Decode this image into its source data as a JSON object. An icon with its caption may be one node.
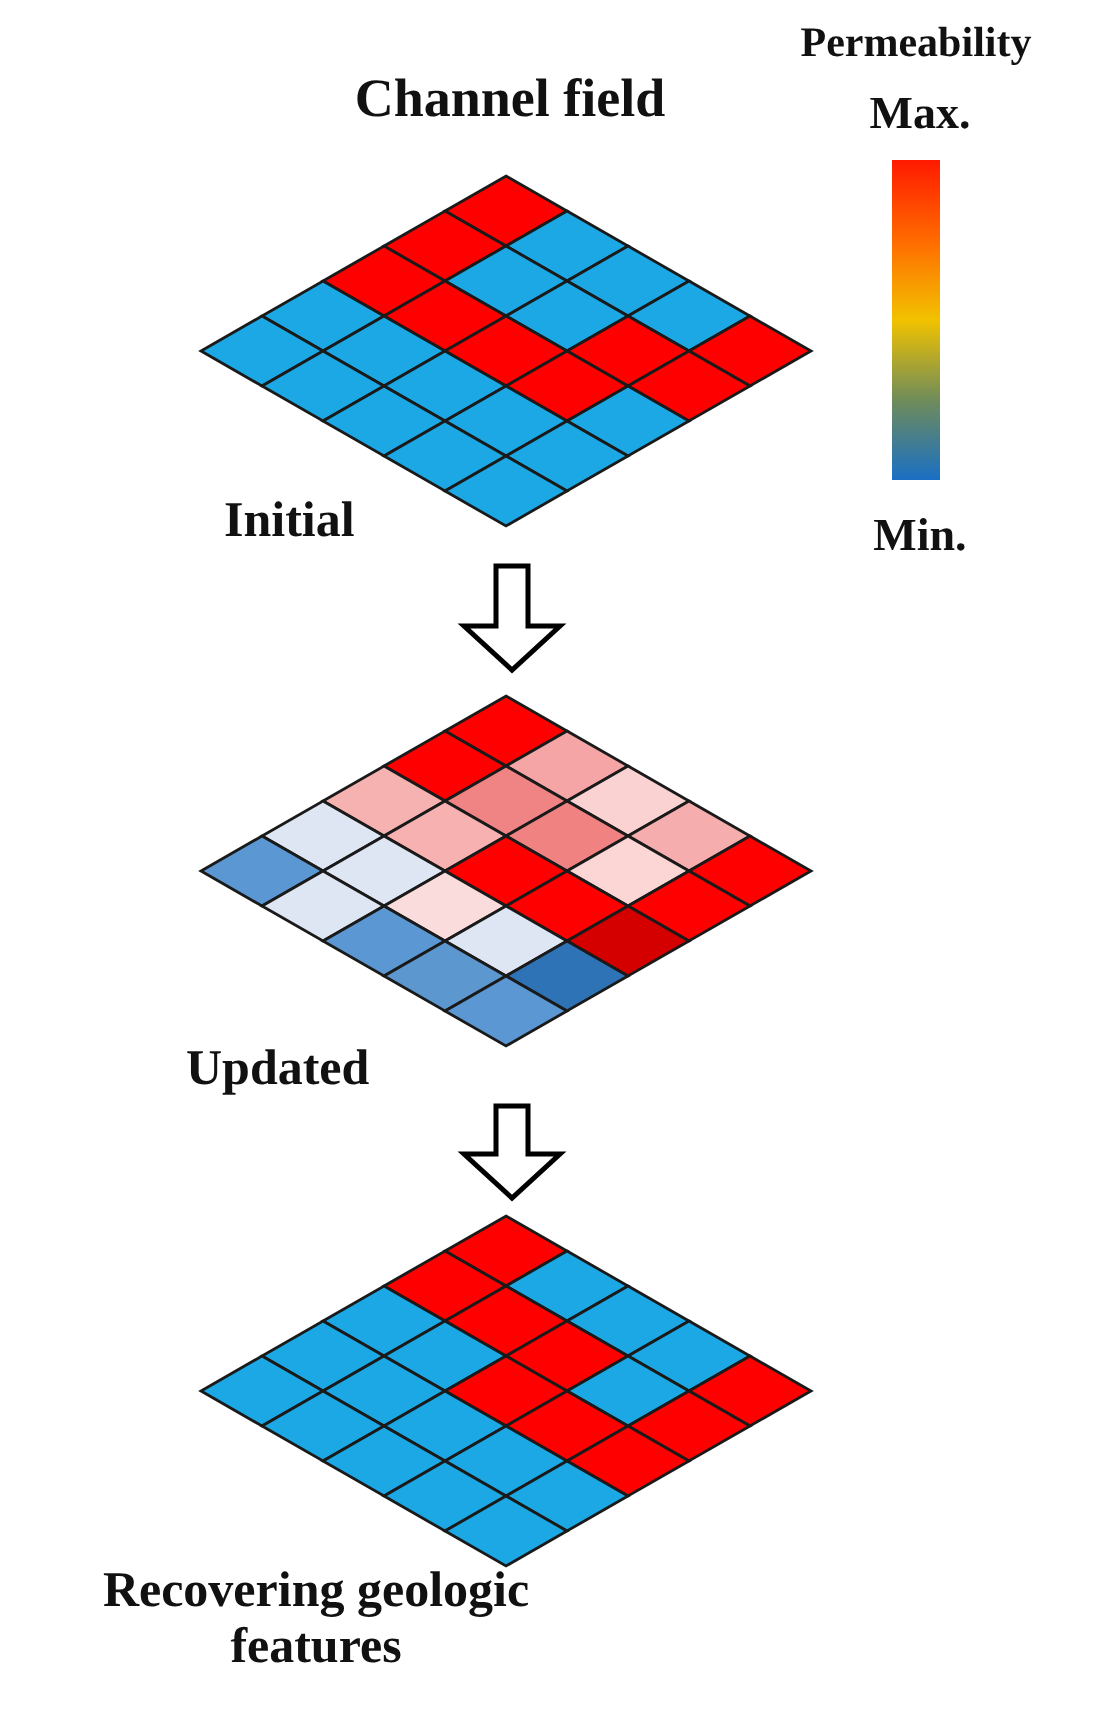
{
  "diagram": {
    "nodes": [
      {
        "text": [
          "Channel field",
          "Initial"
        ]
      },
      {
        "text": [
          "Updated"
        ]
      },
      {
        "text": [
          "Recovering geologic features"
        ]
      }
    ],
    "edges": [
      {
        "from": 0,
        "to": 1,
        "arrow": "to"
      },
      {
        "from": 1,
        "to": 2,
        "arrow": "to"
      }
    ],
    "labels": [
      "Permeability",
      "Max.",
      "Min."
    ]
  }
}
